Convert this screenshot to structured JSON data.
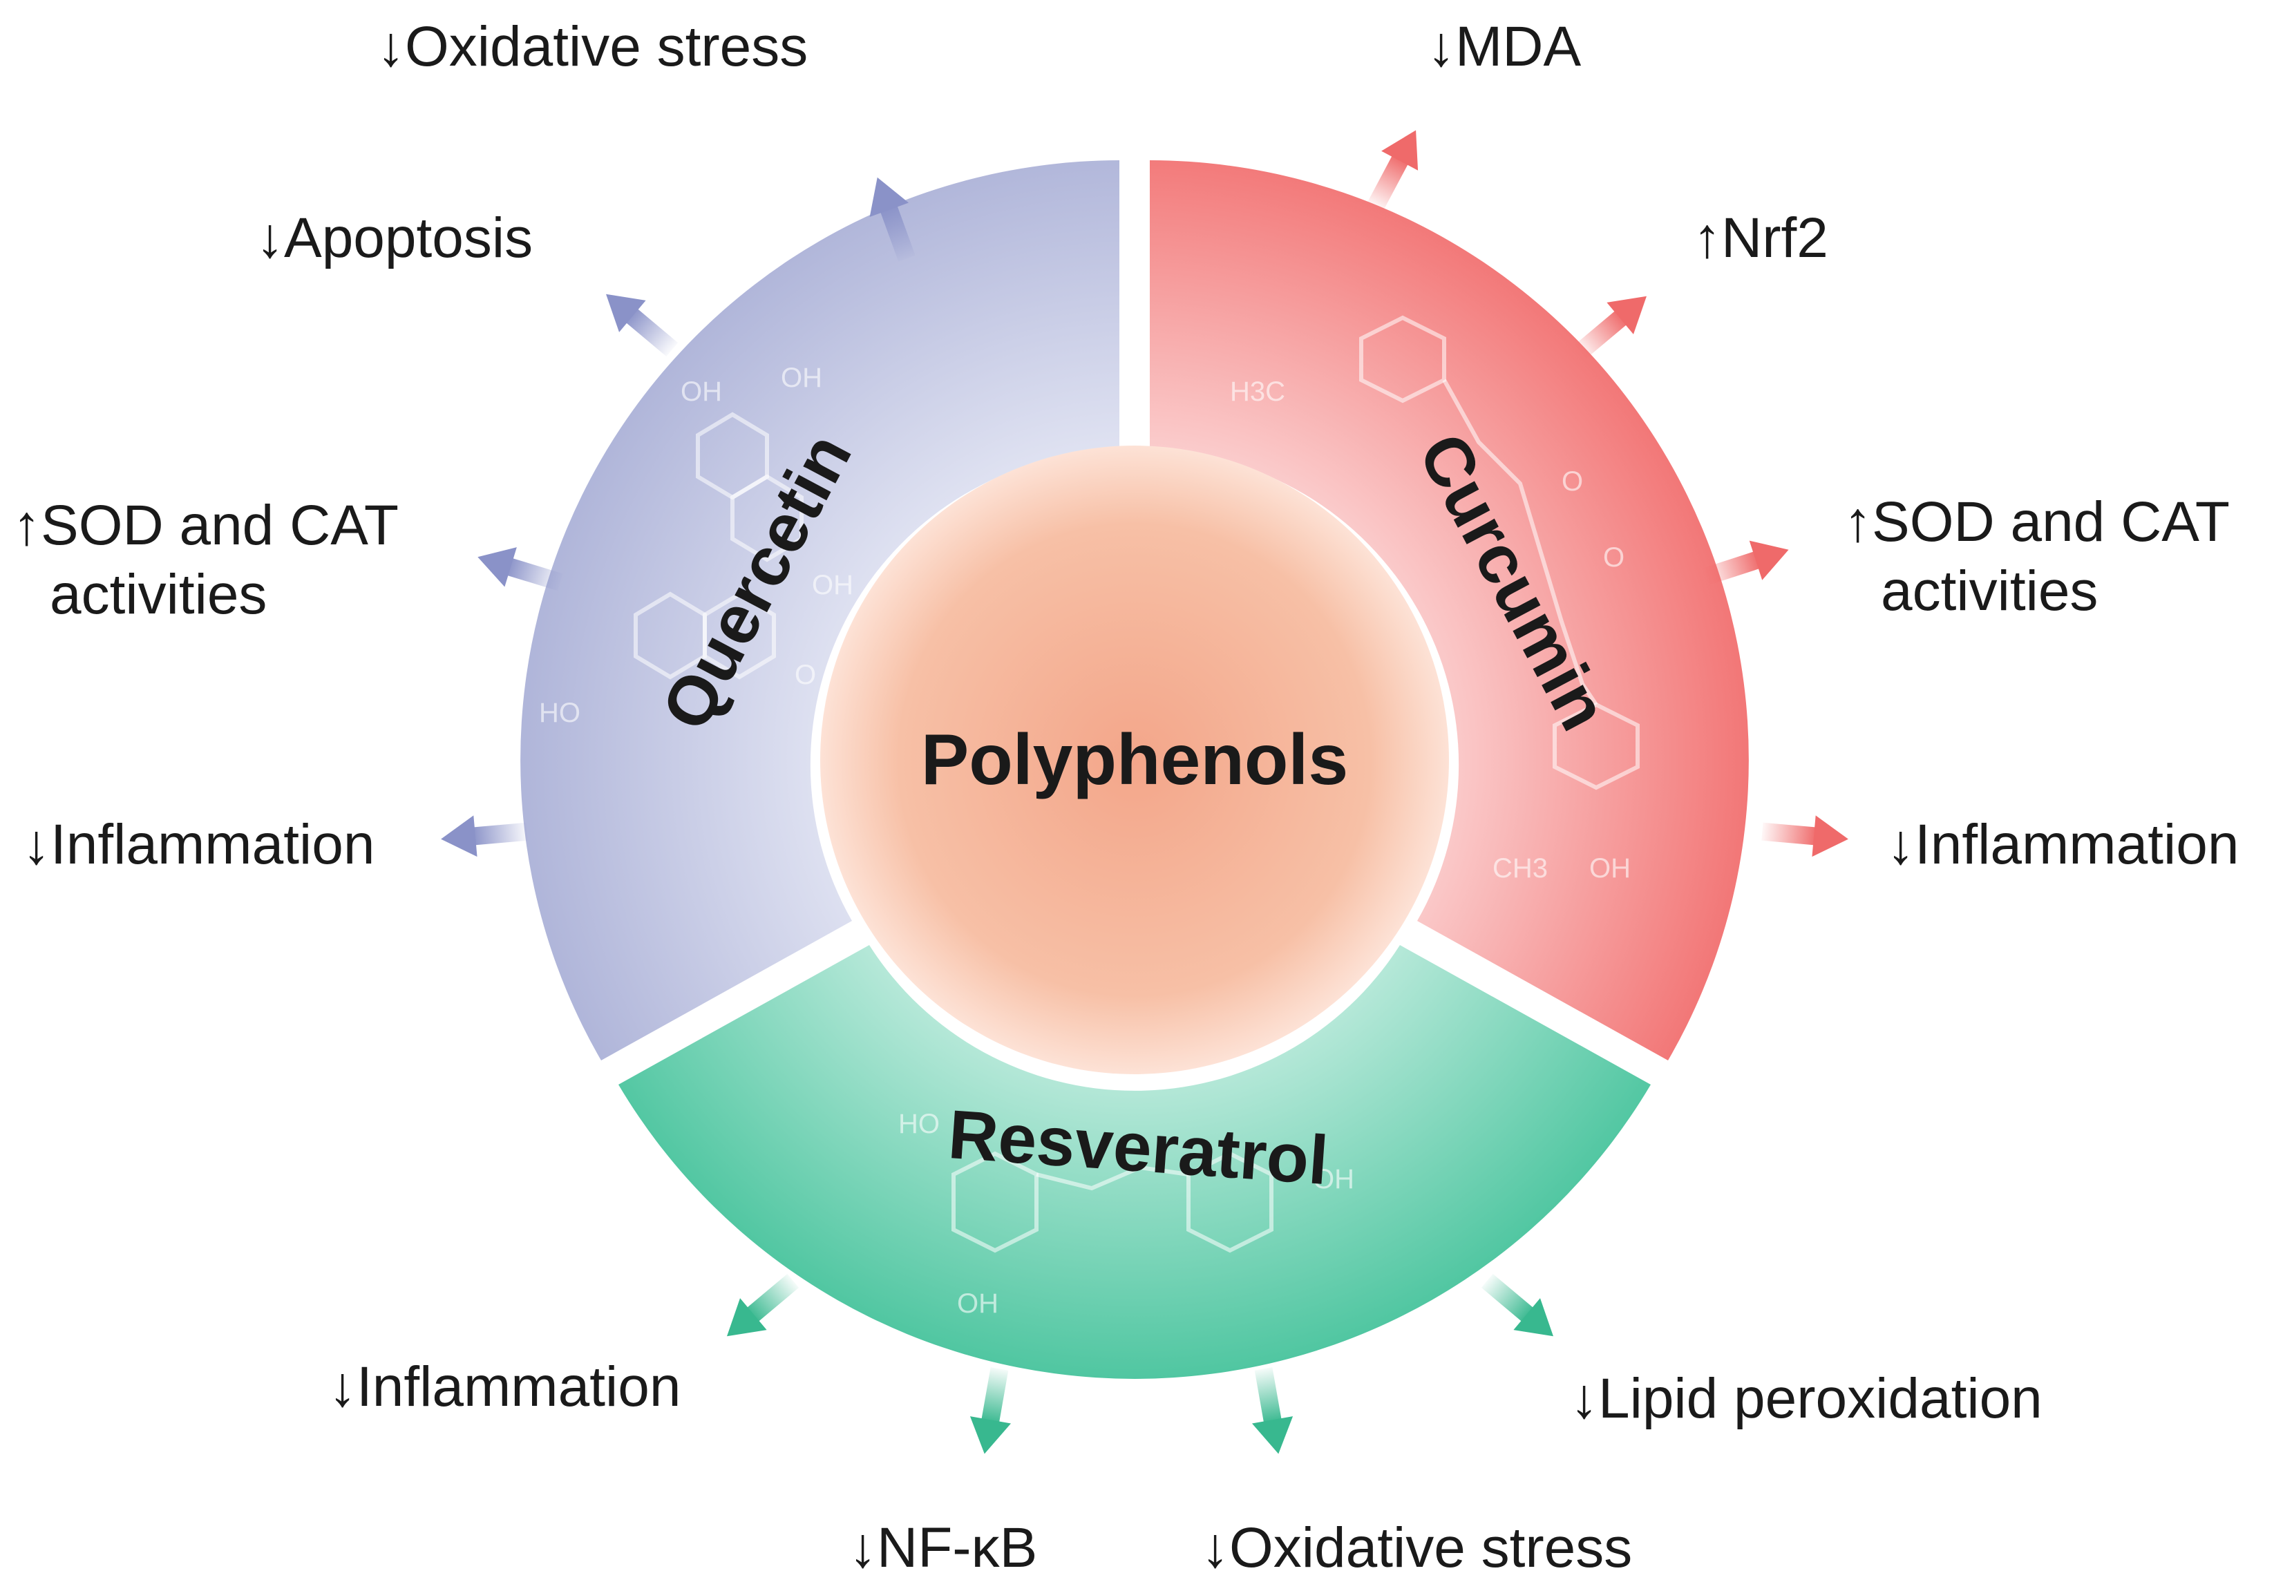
{
  "center": {
    "label": "Polyphenols"
  },
  "colors": {
    "quercetin": "#a9afd6",
    "curcumin": "#f16b6b",
    "resveratrol": "#43c29a",
    "center": "#f5a987",
    "text": "#1a1a1a"
  },
  "segments": {
    "quercetin": {
      "label": "Quercetin",
      "effects": [
        {
          "arrow": "↓",
          "text": "Oxidative stress"
        },
        {
          "arrow": "↓",
          "text": "Apoptosis"
        },
        {
          "arrow": "↑",
          "text": "SOD and CAT",
          "text2": "activities"
        },
        {
          "arrow": "↓",
          "text": "Inflammation"
        }
      ]
    },
    "curcumin": {
      "label": "Curcumin",
      "effects": [
        {
          "arrow": "↓",
          "text": "MDA"
        },
        {
          "arrow": "↑",
          "text": "Nrf2"
        },
        {
          "arrow": "↑",
          "text": "SOD and CAT",
          "text2": "activities"
        },
        {
          "arrow": "↓",
          "text": "Inflammation"
        }
      ]
    },
    "resveratrol": {
      "label": "Resveratrol",
      "effects": [
        {
          "arrow": "↓",
          "text": "Inflammation"
        },
        {
          "arrow": "↓",
          "text": "NF-κB"
        },
        {
          "arrow": "↓",
          "text": "Oxidative stress"
        },
        {
          "arrow": "↓",
          "text": "Lipid peroxidation"
        }
      ]
    }
  },
  "molecule_labels": {
    "oh": "OH",
    "ho": "HO",
    "o": "O",
    "h3c": "H3C",
    "ch3": "CH3"
  }
}
